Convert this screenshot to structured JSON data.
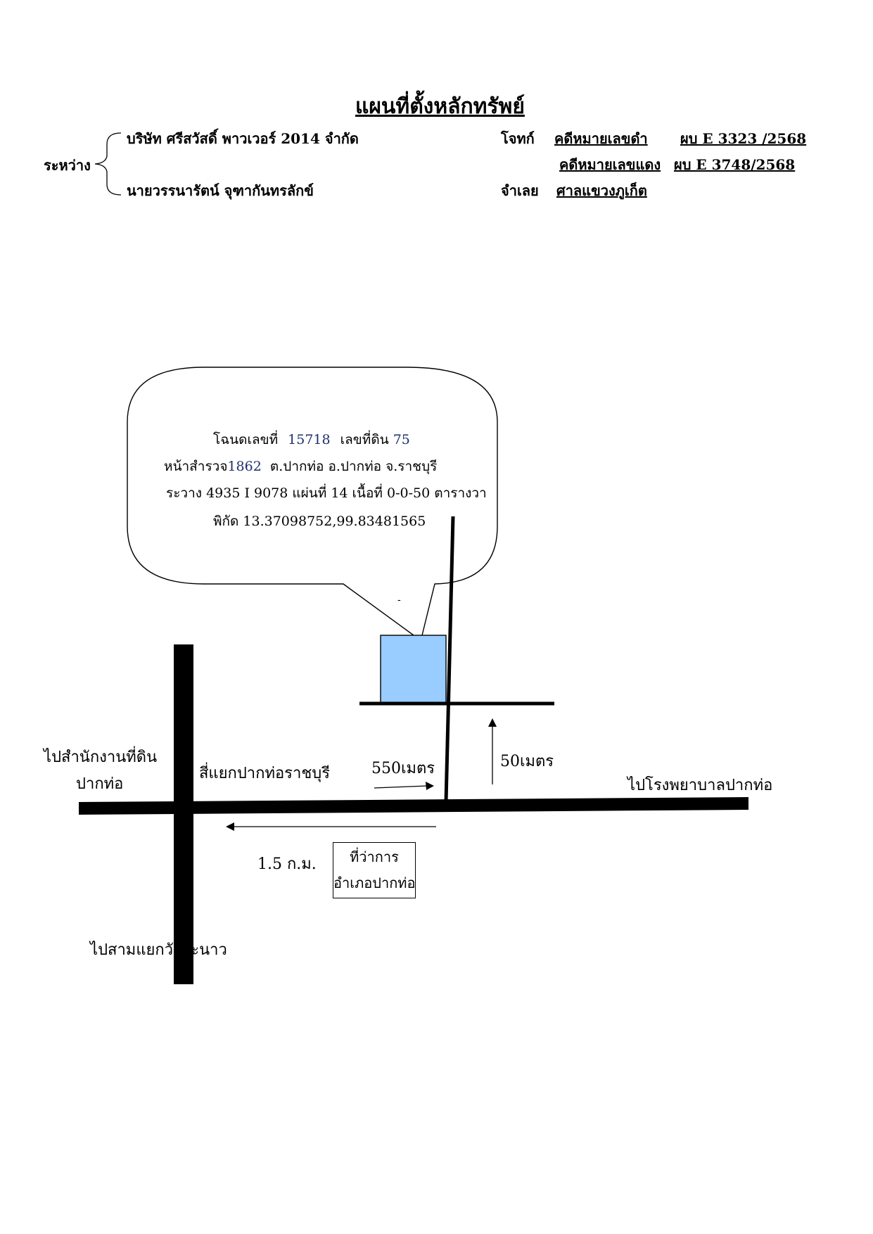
{
  "header": {
    "title": "แผนที่ตั้งหลักทรัพย์",
    "between_label": "ระหว่าง",
    "plaintiff_name": "บริษัท ศรีสวัสดิ์ พาวเวอร์ 2014 จำกัด",
    "plaintiff_label": "โจทก์",
    "black_case_label": "คดีหมายเลขดำ",
    "black_case_no": "ผบ E 3323 /2568",
    "red_case_label": "คดีหมายเลขแดง",
    "red_case_no": "ผบ E 3748/2568",
    "defendant_name": "นายวรรนารัตน์ จุฑากันทรลักข์",
    "defendant_label": "จำเลย",
    "court": "ศาลแขวงภูเก็ต"
  },
  "callout": {
    "line1_prefix": "โฉนดเลขที่",
    "deed_no": "15718",
    "line1_mid": "เลขที่ดิน",
    "land_no": "75",
    "line2_prefix": "หน้าสำรวจ",
    "survey_no": "1862",
    "line2_rest": "ต.ปากท่อ อ.ปากท่อ จ.ราชบุรี",
    "line3": "ระวาง 4935 I 9078 แผ่นที่ 14 เนื้อที่ 0-0-50 ตารางวา",
    "line4": "พิกัด 13.37098752,99.83481565",
    "dash": "-"
  },
  "map": {
    "to_land_office": "ไปสำนักงานที่ดิน",
    "to_land_office_2": "ปากท่อ",
    "intersection": "สี่แยกปากท่อราชบุรี",
    "distance_550": "550เมตร",
    "distance_50": "50เมตร",
    "to_hospital": "ไปโรงพยาบาลปากท่อ",
    "distance_1_5": "1.5 ก.ม.",
    "district_office_1": "ที่ว่าการ",
    "district_office_2": "อำเภอปากท่อ",
    "to_wang_manao": "ไปสามแยกวังมะนาว",
    "property_color": "#99ccff"
  }
}
